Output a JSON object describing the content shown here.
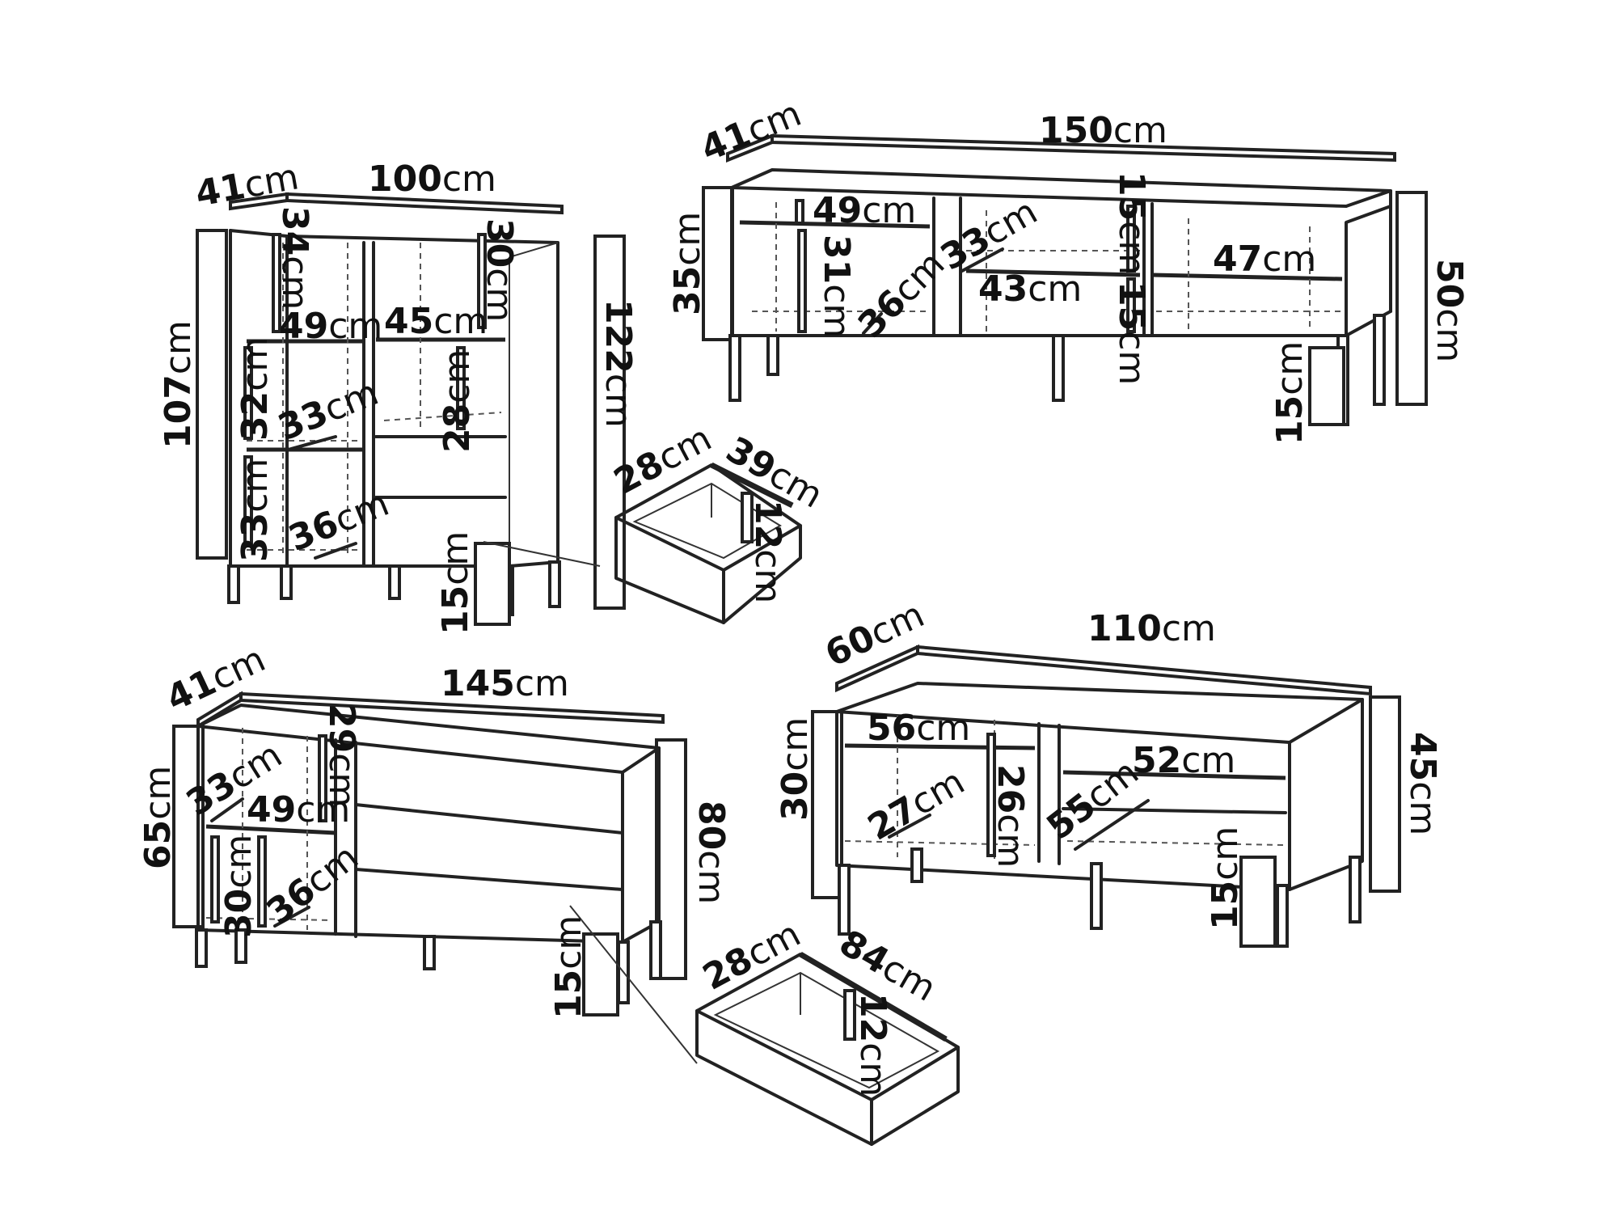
{
  "units": "cm",
  "highboard": {
    "depth": "41",
    "width": "100",
    "height": "122",
    "body_height": "107",
    "leg_height": "15",
    "upper_left_shelf_gap": "34",
    "upper_right_shelf_gap": "30",
    "left_shelf_width": "49",
    "right_shelf_width": "45",
    "left_middle_gap": "32",
    "left_shelf_depth": "33",
    "right_middle_gap": "28",
    "left_bottom_gap": "33",
    "left_bottom_depth": "36"
  },
  "highboard_drawer": {
    "depth": "28",
    "width": "39",
    "height": "12"
  },
  "tv_stand": {
    "depth": "41",
    "width": "150",
    "height": "50",
    "body_height": "35",
    "leg_height": "15",
    "left_shelf_width": "49",
    "left_gap": "31",
    "left_depth": "36",
    "middle_top_gap": "15",
    "middle_depth": "33",
    "middle_shelf_width": "43",
    "middle_bottom_gap": "15",
    "right_shelf_width": "47"
  },
  "sideboard": {
    "depth": "41",
    "width": "145",
    "height": "80",
    "body_height": "65",
    "leg_height": "15",
    "top_gap": "29",
    "shelf_depth": "33",
    "shelf_width": "49",
    "bottom_gap": "30",
    "bottom_depth": "36"
  },
  "sideboard_drawer": {
    "depth": "28",
    "width": "84",
    "height": "12"
  },
  "coffee_table": {
    "depth": "60",
    "width": "110",
    "height": "45",
    "body_height": "30",
    "leg_height": "15",
    "left_shelf_width": "56",
    "left_depth": "27",
    "left_gap": "26",
    "right_shelf_width": "52",
    "right_depth": "55"
  }
}
